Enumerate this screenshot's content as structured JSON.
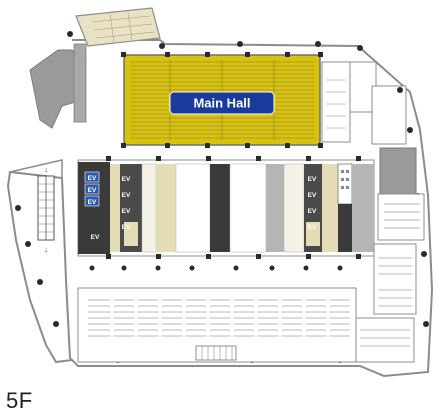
{
  "floor": {
    "label": "5F"
  },
  "rooms": {
    "main_hall": {
      "label": "Main Hall",
      "highlight_color": "#d9c20e",
      "label_bg": "#1a3a9c"
    }
  },
  "elevators": {
    "label": "EV",
    "west_bank": [
      "EV",
      "EV",
      "EV"
    ],
    "west_service": [
      "EV",
      "EV",
      "EV",
      "EV",
      "EV"
    ],
    "east_service": [
      "EV",
      "EV",
      "EV",
      "EV"
    ]
  },
  "colors": {
    "wall": "#8c8c8c",
    "floor": "#ffffff",
    "core_dark": "#3a3a3a",
    "core_beige": "#e3dcb4",
    "ev_blue": "#2a5bb0"
  }
}
